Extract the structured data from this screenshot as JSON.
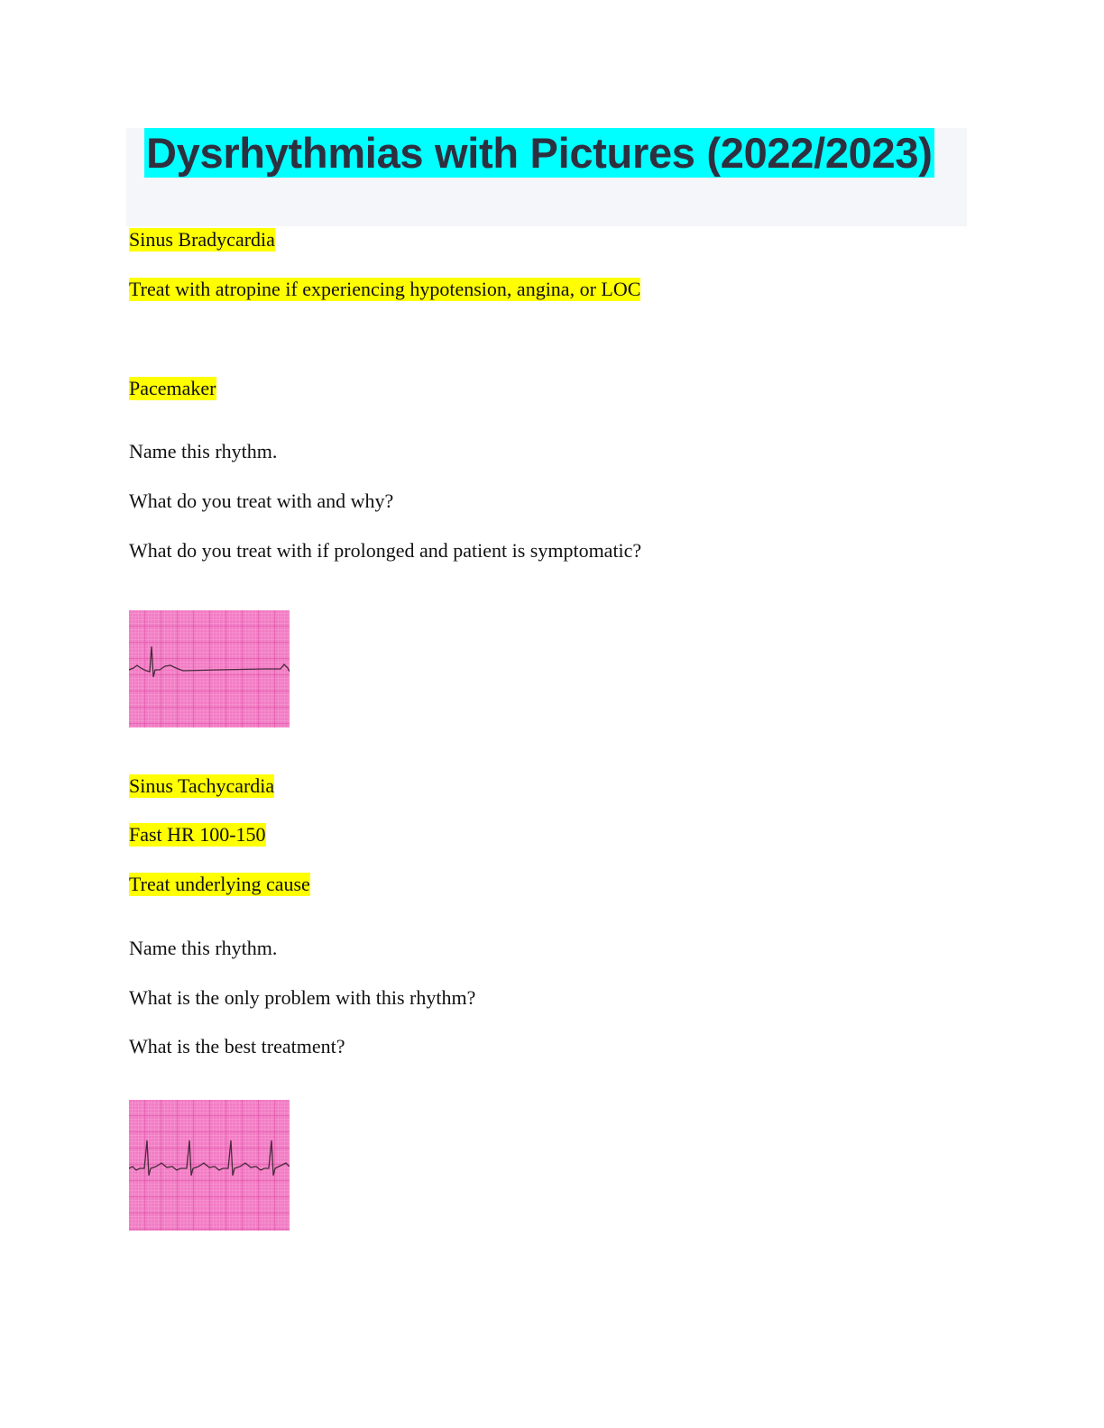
{
  "title": "Dysrhythmias with Pictures (2022/2023)",
  "section1": {
    "lines": [
      "Sinus Bradycardia",
      "Treat with atropine if experiencing hypotension, angina, or LOC",
      "Pacemaker"
    ],
    "questions": [
      "Name this rhythm.",
      "What do you treat with and why?",
      "What do you treat with if prolonged and patient is symptomatic?"
    ]
  },
  "section2": {
    "lines": [
      "Sinus Tachycardia",
      "Fast HR 100-150",
      "Treat underlying cause"
    ],
    "questions": [
      "Name this rhythm.",
      "What is the only problem with this rhythm?",
      "What is the best treatment?"
    ]
  },
  "colors": {
    "highlight": "#ffff00",
    "title_highlight": "#00ffff",
    "ecg_paper": "#f27bc4"
  }
}
